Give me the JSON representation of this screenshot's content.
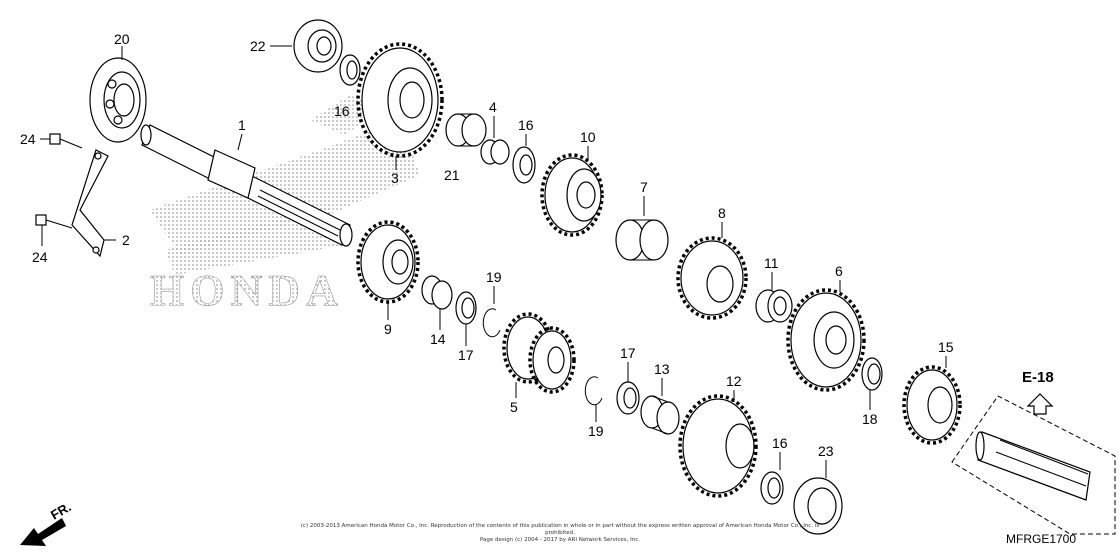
{
  "callouts": [
    {
      "id": "c20",
      "text": "20"
    },
    {
      "id": "c22",
      "text": "22"
    },
    {
      "id": "c1",
      "text": "1"
    },
    {
      "id": "c16a",
      "text": "16"
    },
    {
      "id": "c3",
      "text": "3"
    },
    {
      "id": "c4",
      "text": "4"
    },
    {
      "id": "c16b",
      "text": "16"
    },
    {
      "id": "c10",
      "text": "10"
    },
    {
      "id": "c21",
      "text": "21"
    },
    {
      "id": "c24a",
      "text": "24"
    },
    {
      "id": "c2",
      "text": "2"
    },
    {
      "id": "c24b",
      "text": "24"
    },
    {
      "id": "c7",
      "text": "7"
    },
    {
      "id": "c8",
      "text": "8"
    },
    {
      "id": "c11",
      "text": "11"
    },
    {
      "id": "c6",
      "text": "6"
    },
    {
      "id": "c9",
      "text": "9"
    },
    {
      "id": "c14",
      "text": "14"
    },
    {
      "id": "c19a",
      "text": "19"
    },
    {
      "id": "c17a",
      "text": "17"
    },
    {
      "id": "c5",
      "text": "5"
    },
    {
      "id": "c17b",
      "text": "17"
    },
    {
      "id": "c13",
      "text": "13"
    },
    {
      "id": "c12",
      "text": "12"
    },
    {
      "id": "c19b",
      "text": "19"
    },
    {
      "id": "c15",
      "text": "15"
    },
    {
      "id": "c18",
      "text": "18"
    },
    {
      "id": "c16c",
      "text": "16"
    },
    {
      "id": "c23",
      "text": "23"
    }
  ],
  "reference": {
    "label": "E-18"
  },
  "direction": {
    "label": "FR."
  },
  "watermark": {
    "brand": "HONDA"
  },
  "footer": {
    "copyright_line1": "(c) 2003-2013 American Honda Motor Co., Inc. Reproduction of the contents of this publication in whole or in part without the express written approval of American Honda Motor Co., Inc. is prohibited.",
    "copyright_line2": "Page design (c) 2004 - 2017 by ARI Network Services, Inc.",
    "diagram_code": "MFRGE1700"
  }
}
